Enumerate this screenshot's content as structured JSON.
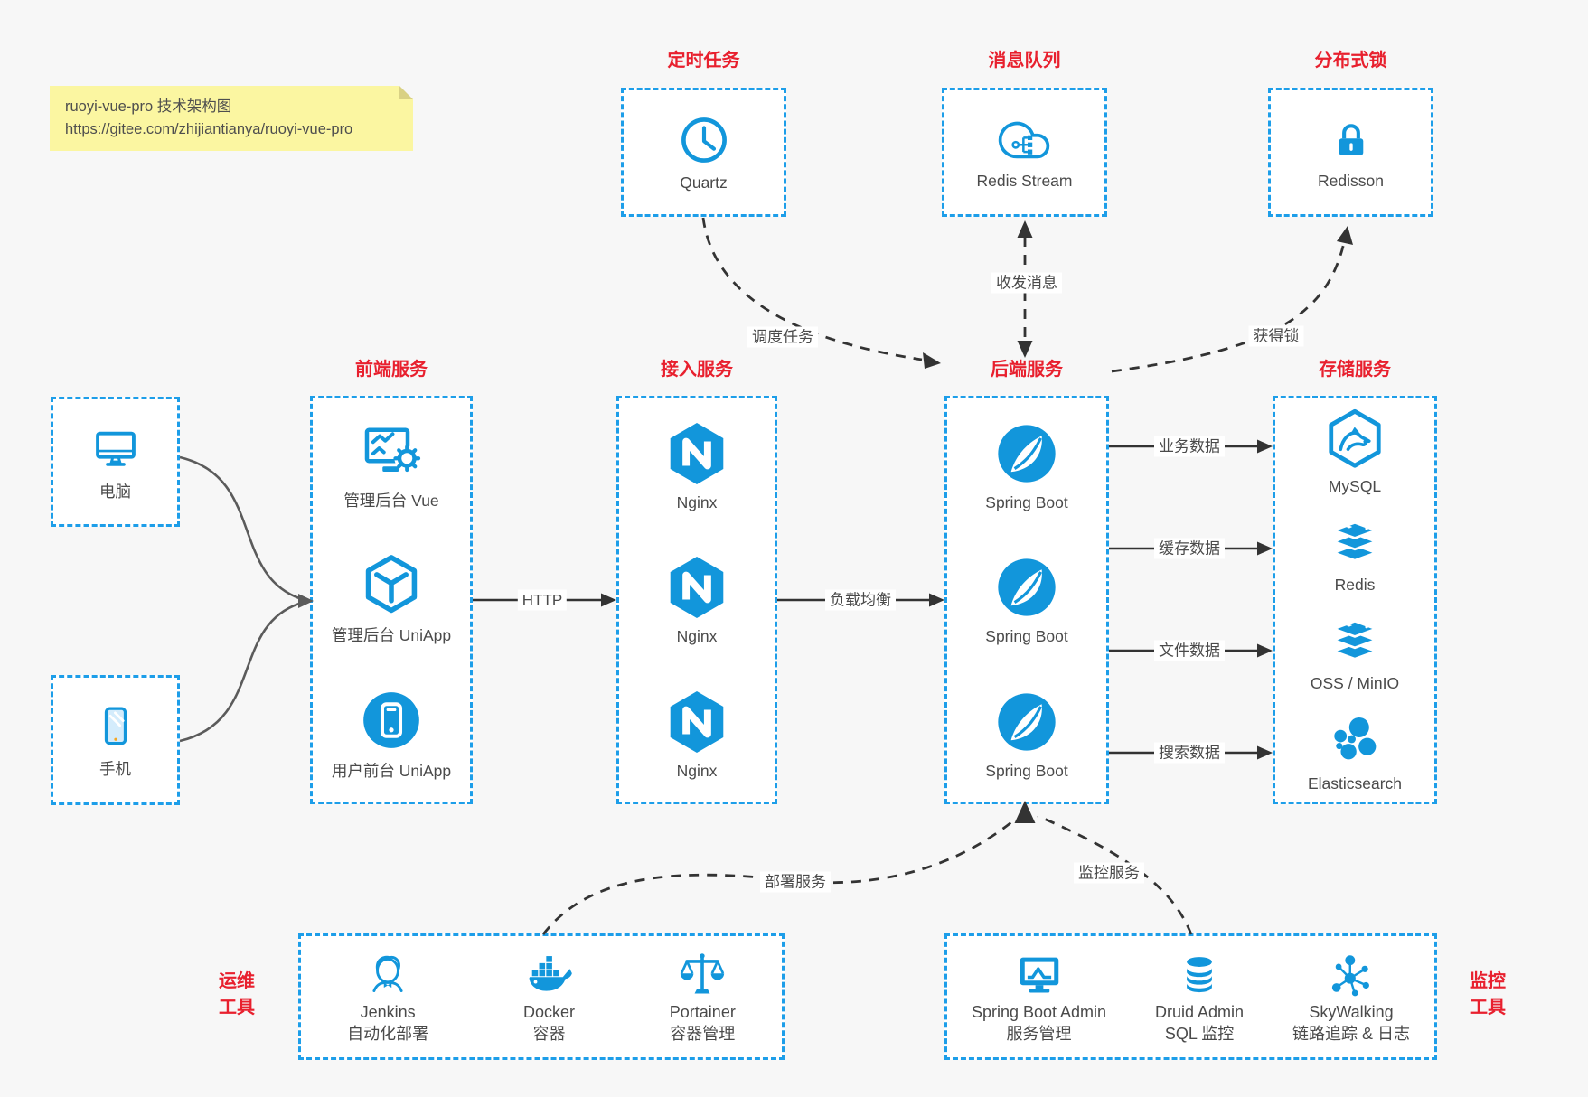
{
  "note": {
    "line1": "ruoyi-vue-pro 技术架构图",
    "line2": "https://gitee.com/zhijiantianya/ruoyi-vue-pro"
  },
  "colors": {
    "accent_blue": "#1296db",
    "border_blue": "#1d9ee9",
    "title_red": "#e8202e",
    "canvas_bg": "#f7f7f7",
    "panel_bg": "#ffffff",
    "arrow_dark": "#333333",
    "label_gray": "#4a4a4a",
    "note_yellow": "#fbf6a1"
  },
  "groups": {
    "scheduled": {
      "title": "定时任务",
      "items": [
        {
          "icon": "clock-icon",
          "label": "Quartz"
        }
      ]
    },
    "mq": {
      "title": "消息队列",
      "items": [
        {
          "icon": "cloud-network-icon",
          "label": "Redis Stream"
        }
      ]
    },
    "lock": {
      "title": "分布式锁",
      "items": [
        {
          "icon": "padlock-icon",
          "label": "Redisson"
        }
      ]
    },
    "clients": {
      "items": [
        {
          "icon": "desktop-icon",
          "label": "电脑"
        },
        {
          "icon": "smartphone-icon",
          "label": "手机"
        }
      ]
    },
    "frontend": {
      "title": "前端服务",
      "items": [
        {
          "icon": "admin-screen-gear-icon",
          "label": "管理后台 Vue"
        },
        {
          "icon": "cube-icon",
          "label": "管理后台 UniApp"
        },
        {
          "icon": "mobile-circle-icon",
          "label": "用户前台 UniApp"
        }
      ]
    },
    "gateway": {
      "title": "接入服务",
      "items": [
        {
          "icon": "nginx-icon",
          "label": "Nginx"
        },
        {
          "icon": "nginx-icon",
          "label": "Nginx"
        },
        {
          "icon": "nginx-icon",
          "label": "Nginx"
        }
      ]
    },
    "backend": {
      "title": "后端服务",
      "items": [
        {
          "icon": "spring-boot-icon",
          "label": "Spring Boot"
        },
        {
          "icon": "spring-boot-icon",
          "label": "Spring Boot"
        },
        {
          "icon": "spring-boot-icon",
          "label": "Spring Boot"
        }
      ]
    },
    "storage": {
      "title": "存储服务",
      "items": [
        {
          "icon": "mysql-icon",
          "label": "MySQL"
        },
        {
          "icon": "redis-stack-icon",
          "label": "Redis"
        },
        {
          "icon": "oss-stack-icon",
          "label": "OSS / MinIO"
        },
        {
          "icon": "elasticsearch-icon",
          "label": "Elasticsearch"
        }
      ]
    },
    "ops": {
      "side_title": {
        "line1": "运维",
        "line2": "工具"
      },
      "items": [
        {
          "icon": "jenkins-icon",
          "label": "Jenkins",
          "sublabel": "自动化部署"
        },
        {
          "icon": "docker-icon",
          "label": "Docker",
          "sublabel": "容器"
        },
        {
          "icon": "scales-icon",
          "label": "Portainer",
          "sublabel": "容器管理"
        }
      ]
    },
    "monitoring": {
      "side_title": {
        "line1": "监控",
        "line2": "工具"
      },
      "items": [
        {
          "icon": "monitor-chart-icon",
          "label": "Spring Boot Admin",
          "sublabel": "服务管理"
        },
        {
          "icon": "database-icon",
          "label": "Druid Admin",
          "sublabel": "SQL 监控"
        },
        {
          "icon": "topology-icon",
          "label": "SkyWalking",
          "sublabel": "链路追踪 & 日志"
        }
      ]
    }
  },
  "edges": {
    "http": "HTTP",
    "load_balance": "负载均衡",
    "schedule": "调度任务",
    "messages": "收发消息",
    "acquire_lock": "获得锁",
    "business": "业务数据",
    "cache": "缓存数据",
    "file": "文件数据",
    "search": "搜索数据",
    "deploy": "部署服务",
    "monitor": "监控服务"
  }
}
